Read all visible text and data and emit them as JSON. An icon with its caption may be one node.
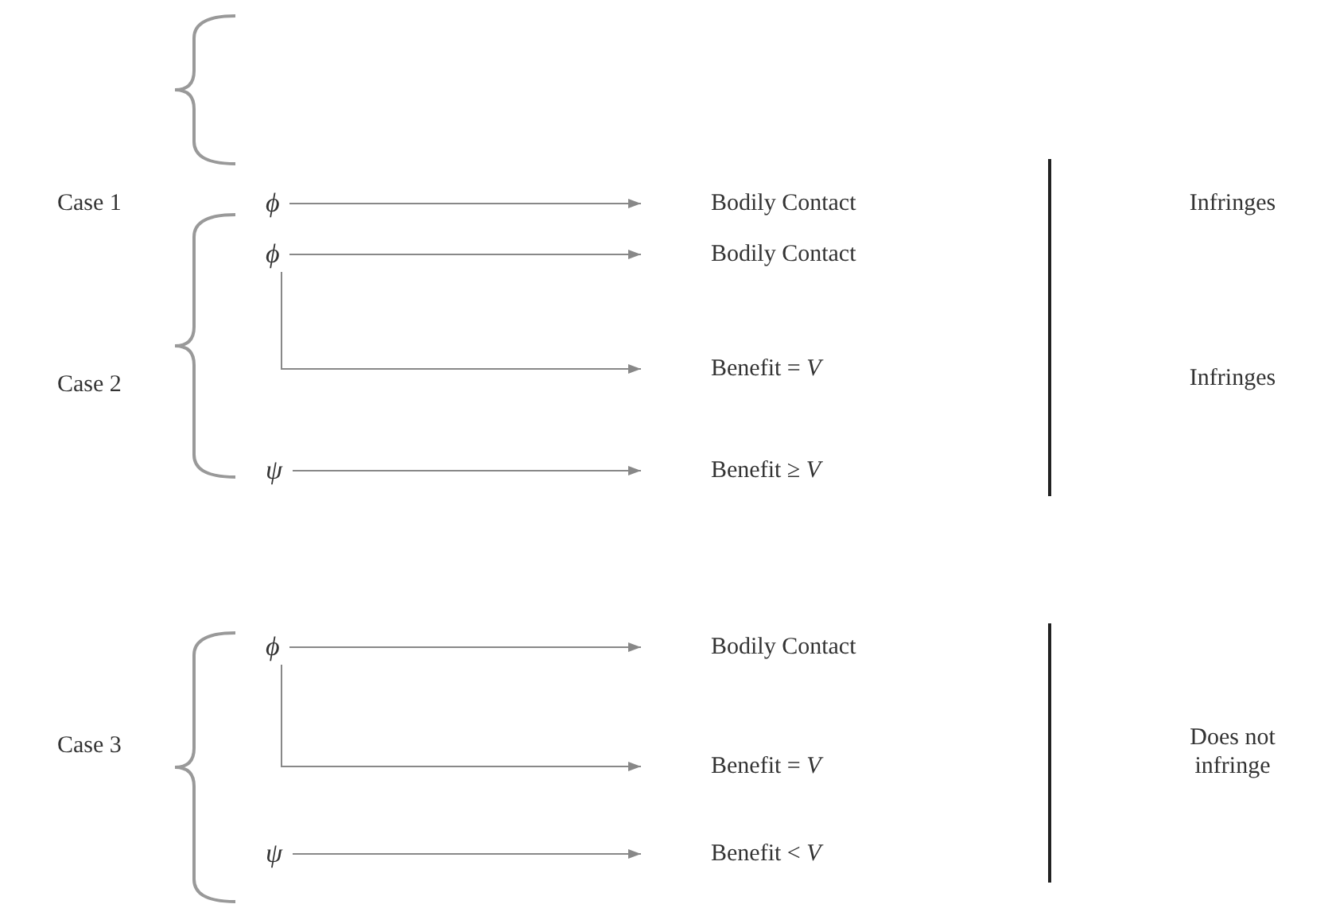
{
  "diagram": {
    "nodes": [
      {
        "text": [
          "ϕ"
        ]
      },
      {
        "text": [
          "Bodily Contact"
        ]
      },
      {
        "text": [
          "ϕ"
        ]
      },
      {
        "text": [
          "Bodily Contact"
        ]
      },
      {
        "text": [
          "Benefit = *V*"
        ]
      },
      {
        "text": [
          "ψ"
        ]
      },
      {
        "text": [
          "Benefit ≥ *V*"
        ]
      },
      {
        "text": [
          "ϕ"
        ]
      },
      {
        "text": [
          "Bodily Contact"
        ]
      },
      {
        "text": [
          "Benefit = *V*"
        ]
      },
      {
        "text": [
          "ψ"
        ]
      },
      {
        "text": [
          "Benefit < *V*"
        ]
      }
    ],
    "edges": [
      {
        "from": 0,
        "to": 1,
        "arrow": "to"
      },
      {
        "from": 2,
        "to": 3,
        "arrow": "to"
      },
      {
        "from": 2,
        "to": 4,
        "arrow": "to"
      },
      {
        "from": 5,
        "to": 6,
        "arrow": "to"
      },
      {
        "from": 7,
        "to": 8,
        "arrow": "to"
      },
      {
        "from": 7,
        "to": 9,
        "arrow": "to"
      },
      {
        "from": 10,
        "to": 11,
        "arrow": "to"
      }
    ],
    "labels": [
      "Case 1",
      "Infringes",
      "Case 2",
      "Infringes",
      "Case 3",
      "Does not infringe"
    ]
  }
}
